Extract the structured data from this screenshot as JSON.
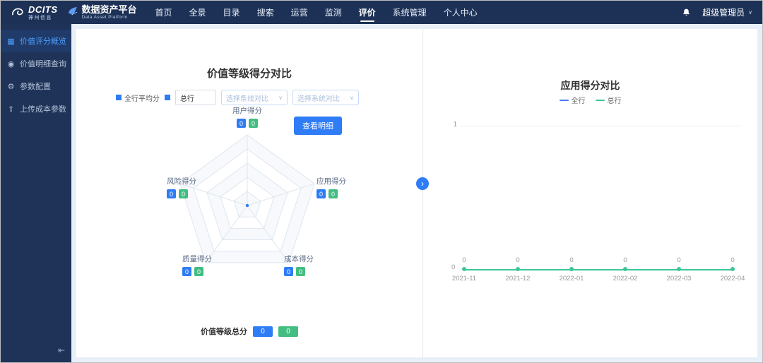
{
  "topbar": {
    "brand": "DCITS",
    "brand_sub": "神州信息",
    "platform_title": "数据资产平台",
    "platform_subtitle": "Data Asset Platform",
    "nav": [
      {
        "label": "首页"
      },
      {
        "label": "全景"
      },
      {
        "label": "目录"
      },
      {
        "label": "搜索"
      },
      {
        "label": "运营"
      },
      {
        "label": "监测"
      },
      {
        "label": "评价",
        "active": true
      },
      {
        "label": "系统管理"
      },
      {
        "label": "个人中心"
      }
    ],
    "user_name": "超级管理员"
  },
  "sidebar": {
    "items": [
      {
        "label": "价值评分概览",
        "icon": "▦",
        "active": true
      },
      {
        "label": "价值明细查询",
        "icon": "◉"
      },
      {
        "label": "参数配置",
        "icon": "⚙"
      },
      {
        "label": "上传成本参数",
        "icon": "⇧"
      }
    ]
  },
  "icons": {
    "chevron_down": "∨",
    "chevron_right": "›",
    "collapse": "⇤"
  },
  "left_panel": {
    "title": "价值等级得分对比",
    "avg_legend": "全行平均分",
    "org_value": "总行",
    "select_line": "选择条线对比",
    "select_system": "选择系统对比",
    "detail_button": "查看明细",
    "total_label": "价值等级总分",
    "total_blue": "0",
    "total_green": "0"
  },
  "right_panel": {
    "title": "应用得分对比",
    "legend": [
      {
        "name": "全行",
        "color": "#4a7cf0"
      },
      {
        "name": "总行",
        "color": "#3ec59a"
      }
    ]
  },
  "chart_data": [
    {
      "type": "radar",
      "title": "价值等级得分对比",
      "indicators": [
        {
          "label": "用户得分",
          "blue": "0",
          "green": "0"
        },
        {
          "label": "应用得分",
          "blue": "0",
          "green": "0"
        },
        {
          "label": "成本得分",
          "blue": "0",
          "green": "0"
        },
        {
          "label": "质量得分",
          "blue": "0",
          "green": "0"
        },
        {
          "label": "风险得分",
          "blue": "0",
          "green": "0"
        }
      ],
      "series": [
        {
          "name": "全行平均分",
          "color": "#2e7cf6",
          "values": [
            0,
            0,
            0,
            0,
            0
          ]
        },
        {
          "name": "总行",
          "color": "#43bd82",
          "values": [
            0,
            0,
            0,
            0,
            0
          ]
        }
      ],
      "rings": 5,
      "max": 0
    },
    {
      "type": "line",
      "title": "应用得分对比",
      "x": [
        "2021-11",
        "2021-12",
        "2022-01",
        "2022-02",
        "2022-03",
        "2022-04"
      ],
      "series": [
        {
          "name": "全行",
          "color": "#4a7cf0",
          "values": [
            0,
            0,
            0,
            0,
            0,
            0
          ]
        },
        {
          "name": "总行",
          "color": "#3ec59a",
          "values": [
            0,
            0,
            0,
            0,
            0,
            0
          ]
        }
      ],
      "yticks": [
        "1",
        "0"
      ],
      "point_labels": [
        "0",
        "0",
        "0",
        "0",
        "0",
        "0"
      ],
      "ylim": [
        0,
        1
      ],
      "legend_position": "top"
    }
  ]
}
